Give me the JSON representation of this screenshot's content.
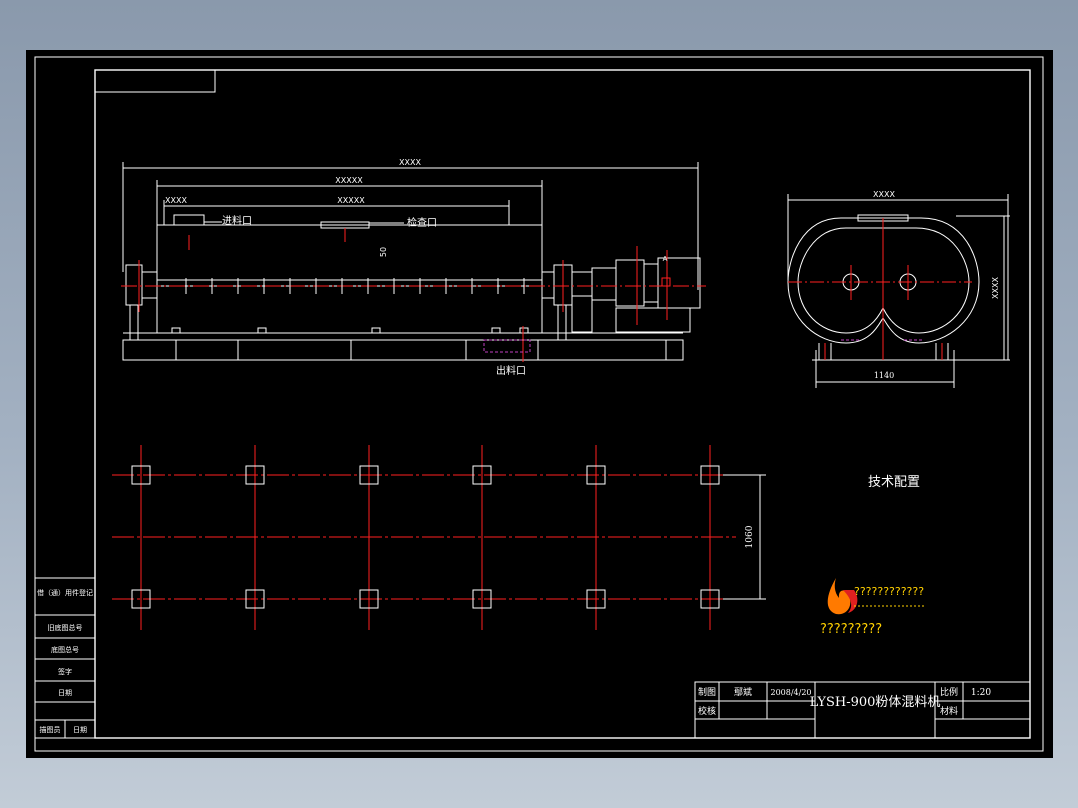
{
  "drawing": {
    "front_view": {
      "dim_total": "XXXX",
      "dim_body": "XXXXX",
      "dim_inner": "XXXXX",
      "dim_left": "XXXX",
      "dim_vertical": "50",
      "inlet_label": "进料口",
      "inspection_label": "检查口",
      "outlet_label": "出料口",
      "section_mark": "A"
    },
    "side_view": {
      "dim_top": "XXXX",
      "dim_height": "XXXX",
      "dim_bottom": "1140"
    },
    "foundation_plan": {
      "dim_spacing": "1060"
    },
    "tech_config_title": "技术配置",
    "logo_text_line1": "????????????",
    "logo_text_line2": "?????????"
  },
  "side_table": {
    "rows": [
      "借（通）用件登记",
      "旧底图总号",
      "底图总号",
      "签字",
      "日期"
    ],
    "bottom_row": [
      "描图员",
      "日期"
    ]
  },
  "title_block": {
    "drawn_label": "制图",
    "drawn_by": "鄢斌",
    "date": "2008/4/20",
    "checked_label": "校核",
    "title": "LYSH-900粉体混料机",
    "scale_label": "比例",
    "scale_value": "1:20",
    "material_label": "材料"
  },
  "colors": {
    "sheet": "#000000",
    "line": "#ffffff",
    "center_line": "#ff2020",
    "hidden": "#c040c0",
    "logo_text": "#ffd000"
  }
}
